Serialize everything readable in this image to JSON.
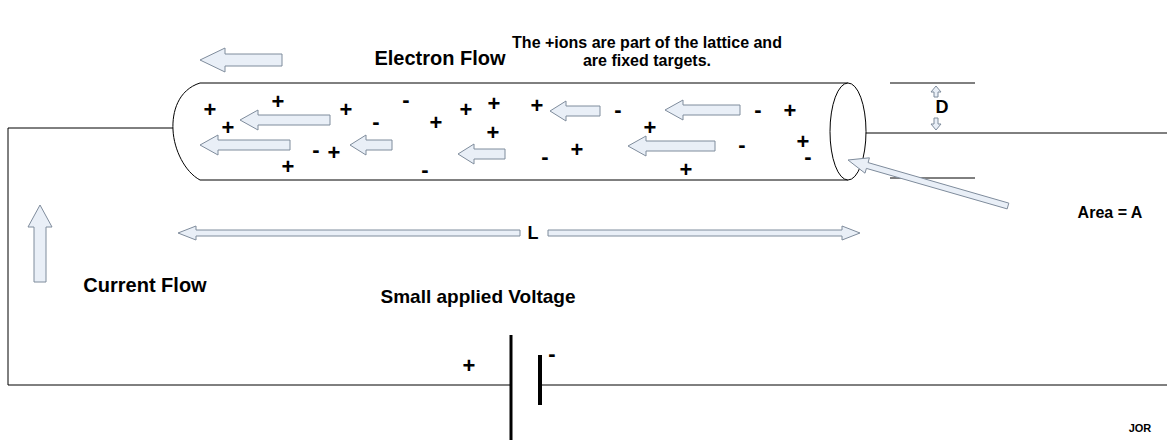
{
  "diagram": {
    "labels": [
      "Electron Flow",
      "The +ions are part of the lattice and are fixed targets.",
      "D",
      "Area = A",
      "L",
      "Current Flow",
      "Small applied Voltage",
      "+",
      "-",
      "JOR",
      "+",
      "+",
      "+",
      "+",
      "-",
      "-",
      "+",
      "+",
      "+",
      "+",
      "-",
      "+",
      "-",
      "+",
      "+",
      "-",
      "+",
      "-",
      "+",
      "-",
      "+",
      "+",
      "-",
      "+",
      "-"
    ]
  }
}
